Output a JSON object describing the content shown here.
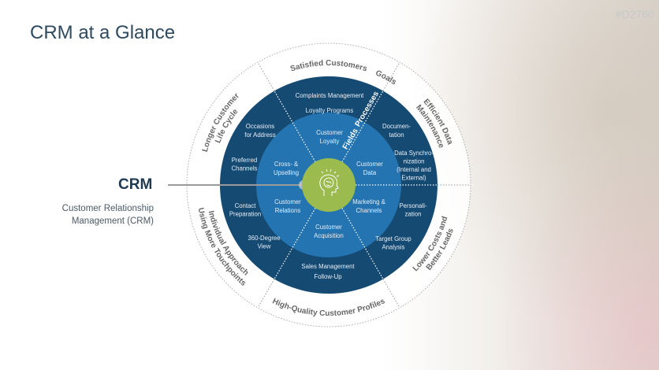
{
  "title": "CRM at a Glance",
  "code": "#D2760",
  "crm": {
    "label": "CRM",
    "sub": "Customer Relationship Management (CRM)"
  },
  "colors": {
    "outer": "#ffffff",
    "dark": "#154a72",
    "mid": "#2474b2",
    "center": "#9bbb4f"
  },
  "ring_labels": {
    "goals": "Goals",
    "processes": "Processes",
    "fields": "Fields"
  },
  "goals": [
    {
      "lines": [
        "Satisfied Customers"
      ]
    },
    {
      "lines": [
        "Efficient Data",
        "Maintenance"
      ]
    },
    {
      "lines": [
        "Lower Costs and",
        "Better Leads"
      ]
    },
    {
      "lines": [
        "High-Quality Customer Profiles"
      ]
    },
    {
      "lines": [
        "Individual Approach",
        "Using More Touchpoints"
      ]
    },
    {
      "lines": [
        "Longer Customer",
        "Life Cycle"
      ]
    }
  ],
  "processes": {
    "top": [
      "Complaints Management",
      "Loyalty Programs"
    ],
    "right_top": [
      "Documen-",
      "tation"
    ],
    "right_mid": [
      "Data Synchro-",
      "nization",
      "(Internal and",
      "External)"
    ],
    "right_low": [
      "Personali-",
      "zation"
    ],
    "right_bottom": [
      "Target Group",
      "Analysis"
    ],
    "bottom": [
      "Sales Management",
      "Follow-Up"
    ],
    "left_bottom": [
      "360-Degree",
      "View"
    ],
    "left_low": [
      "Contact",
      "Preparation"
    ],
    "left_mid": [
      "Preferred",
      "Channels"
    ],
    "left_top": [
      "Occasions",
      "for Address"
    ]
  },
  "fields": {
    "top": [
      "Customer",
      "Loyalty"
    ],
    "right_top": [
      "Customer",
      "Data"
    ],
    "right_bottom": [
      "Marketing &",
      "Channels"
    ],
    "bottom": [
      "Customer",
      "Acquisition"
    ],
    "left_bottom": [
      "Customer",
      "Relations"
    ],
    "left_top": [
      "Cross- &",
      "Upselling"
    ]
  },
  "center_icon": "brain-head-icon"
}
